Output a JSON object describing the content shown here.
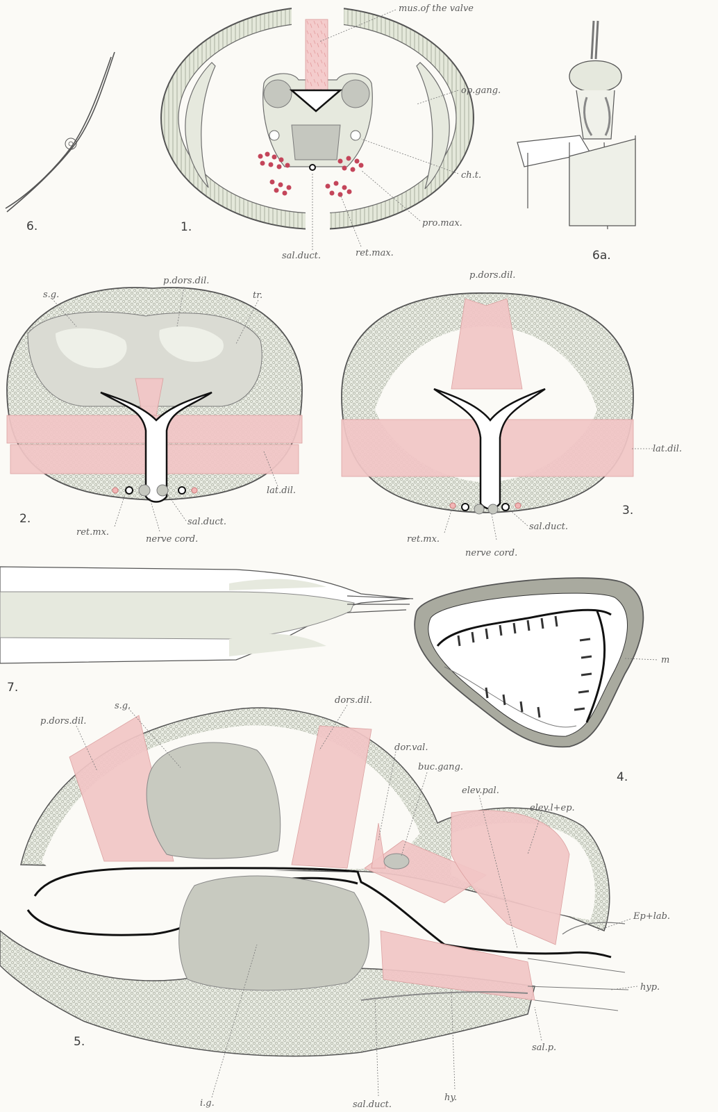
{
  "figures": {
    "fig1": {
      "number": "1.",
      "labels": {
        "mus_valve": "mus.of the valve",
        "op_gang": "op.gang.",
        "ch_t": "ch.t.",
        "pro_max": "pro.max.",
        "ret_max": "ret.max.",
        "sal_duct": "sal.duct."
      }
    },
    "fig2": {
      "number": "2.",
      "labels": {
        "sg": "s.g.",
        "p_dors_dil": "p.dors.dil.",
        "tr": "tr.",
        "lat_dil": "lat.dil.",
        "sal_duct": "sal.duct.",
        "ret_mx": "ret.mx.",
        "nerve_cord": "nerve cord."
      }
    },
    "fig3": {
      "number": "3.",
      "labels": {
        "p_dors_dil": "p.dors.dil.",
        "lat_dil": "lat.dil.",
        "sal_duct": "sal.duct.",
        "ret_mx": "ret.mx.",
        "nerve_cord": "nerve cord."
      }
    },
    "fig4": {
      "number": "4.",
      "labels": {
        "m": "m"
      }
    },
    "fig5": {
      "number": "5.",
      "labels": {
        "sg": "s.g.",
        "p_dors_dil": "p.dors.dil.",
        "dors_dil": "dors.dil.",
        "dor_val": "dor.val.",
        "buc_gang": "buc.gang.",
        "elev_pal": "elev.pal.",
        "elev_lep": "elev.l+ep.",
        "ep_lab": "Ep+lab.",
        "hyp": "hyp.",
        "sal_p": "sal.p.",
        "hy": "hy.",
        "sal_duct": "sal.duct.",
        "ig": "i.g."
      }
    },
    "fig6": {
      "number": "6."
    },
    "fig6a": {
      "number": "6a."
    },
    "fig7": {
      "number": "7."
    }
  },
  "colors": {
    "muscle": "#f2c6c6",
    "tissue": "#e6e9de",
    "ganglion": "#c5c7bf",
    "cuticle": "#111111",
    "paper": "#fbfaf6"
  }
}
